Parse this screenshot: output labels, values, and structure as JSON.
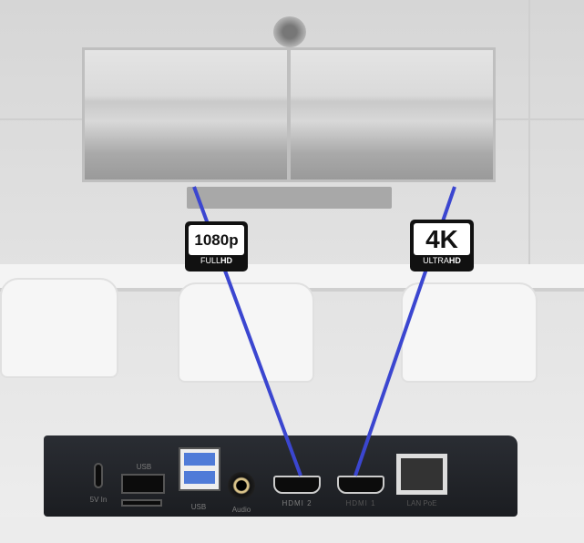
{
  "badges": {
    "left": {
      "main": "1080p",
      "sub_light": "FULL",
      "sub_bold": "HD"
    },
    "right": {
      "main": "4K",
      "sub_light": "ULTRA",
      "sub_bold": "HD"
    }
  },
  "ports": {
    "usb_c": "5V In",
    "usb_a": "USB",
    "usb3": "USB",
    "audio": "Audio",
    "hdmi2": "HDMI 2",
    "hdmi1": "HDMI 1",
    "lan": "LAN PoE"
  },
  "colors": {
    "cable": "#3b46d0",
    "box": "#1f2126"
  }
}
